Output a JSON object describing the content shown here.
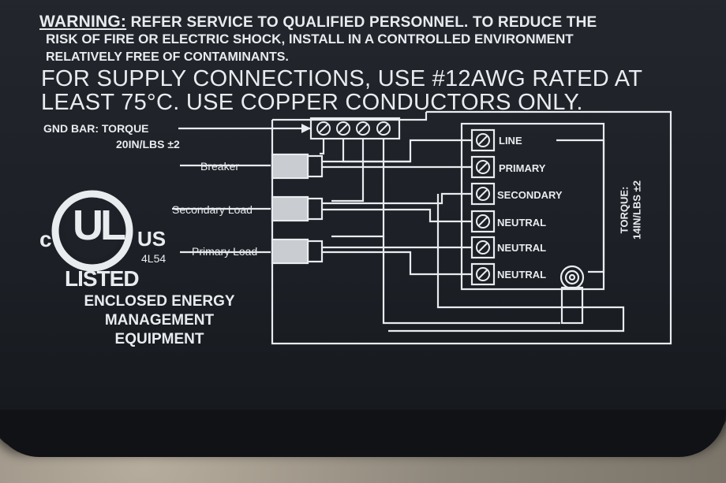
{
  "warning": {
    "label": "WARNING:",
    "line1": "REFER SERVICE TO QUALIFIED PERSONNEL.  TO REDUCE THE",
    "line2": "RISK OF FIRE OR ELECTRIC SHOCK, INSTALL IN A CONTROLLED ENVIRONMENT",
    "line3": "RELATIVELY FREE OF CONTAMINANTS."
  },
  "supply": {
    "line1": "FOR SUPPLY CONNECTIONS, USE #12AWG RATED AT",
    "line2": "LEAST 75°C. USE COPPER CONDUCTORS ONLY."
  },
  "gnd_bar": {
    "line1": "GND BAR: TORQUE",
    "line2": "20IN/LBS ±2"
  },
  "loads": [
    "Breaker",
    "Secondary Load",
    "Primary Load"
  ],
  "terminals": [
    "LINE",
    "PRIMARY",
    "SECONDARY",
    "NEUTRAL",
    "NEUTRAL",
    "NEUTRAL"
  ],
  "torque_right": {
    "line1": "TORQUE:",
    "line2": "14IN/LBS ±2"
  },
  "ul": {
    "c": "c",
    "letters": "UL",
    "us": "US",
    "code": "4L54",
    "listed": "LISTED"
  },
  "equipment": [
    "ENCLOSED ENERGY",
    "MANAGEMENT",
    "EQUIPMENT"
  ],
  "colors": {
    "panel": "#1e2228",
    "print": "#e9ecef",
    "carpet": "#8a8378"
  }
}
